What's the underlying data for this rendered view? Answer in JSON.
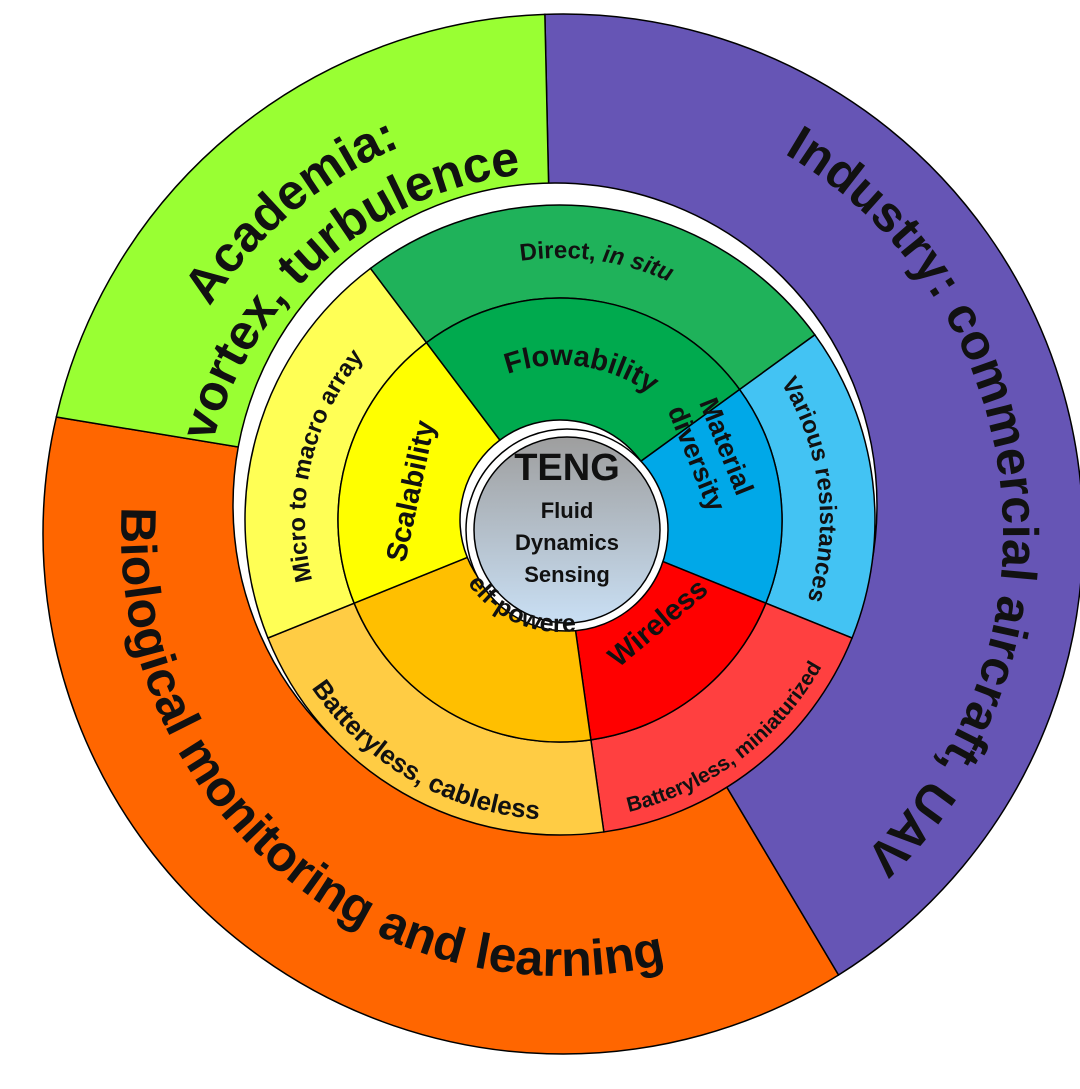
{
  "center": {
    "title": "TENG",
    "lines": [
      "Fluid",
      "Dynamics",
      "Sensing"
    ]
  },
  "outer_ring": [
    {
      "id": "academia",
      "lines": [
        "Academia:",
        "vortex, turbulence"
      ],
      "color": "#99ff33"
    },
    {
      "id": "industry",
      "lines": [
        "Industry: commercial aircraft, UAV"
      ],
      "color": "#6655b5"
    },
    {
      "id": "biological",
      "lines": [
        "Biological monitoring and learning"
      ],
      "color": "#ff6600"
    }
  ],
  "middle_ring": [
    {
      "id": "flowability",
      "text": "Direct, ",
      "text_italic": "in situ",
      "color": "#1fb25a"
    },
    {
      "id": "material",
      "text": "Various resistances",
      "color": "#43c3f3"
    },
    {
      "id": "wireless",
      "text": "Batteryless, miniaturized",
      "color": "#ff4040"
    },
    {
      "id": "self-powered",
      "text": "Batteryless, cableless",
      "color": "#ffcc44"
    },
    {
      "id": "scalability",
      "text": "Micro to macro array",
      "color": "#ffff55"
    }
  ],
  "inner_ring": [
    {
      "id": "flowability",
      "lines": [
        "Flowability"
      ],
      "color": "#00aa4e"
    },
    {
      "id": "material",
      "lines": [
        "Material",
        "diversity"
      ],
      "color": "#00a8e8"
    },
    {
      "id": "wireless",
      "lines": [
        "Wireless"
      ],
      "color": "#ff0000"
    },
    {
      "id": "self-powered",
      "lines": [
        "Self-powered"
      ],
      "color": "#ffbf00"
    },
    {
      "id": "scalability",
      "lines": [
        "Scalability"
      ],
      "color": "#ffff00"
    }
  ]
}
